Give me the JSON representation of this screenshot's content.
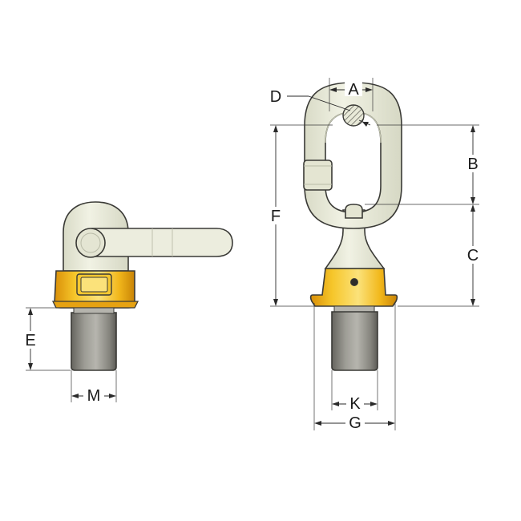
{
  "diagram": {
    "labels": {
      "A": "A",
      "B": "B",
      "C": "C",
      "D": "D",
      "E": "E",
      "F": "F",
      "G": "G",
      "K": "K",
      "M": "M"
    },
    "colors": {
      "ring_body": "#eceedd",
      "ring_shade": "#d4d6c2",
      "base_gold": "#f2b81c",
      "base_gold_dark": "#d98f08",
      "base_highlight": "#fbe27a",
      "thread_grey": "#8f8e87",
      "thread_dark": "#66655f",
      "outline": "#3a3a36"
    }
  }
}
